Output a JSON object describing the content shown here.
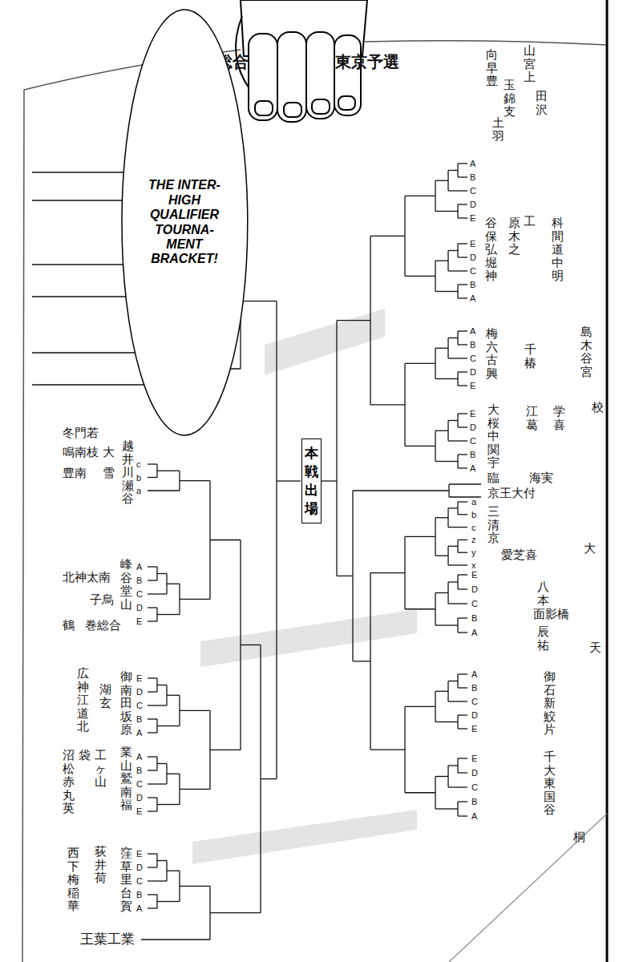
{
  "diagram": {
    "nodes": [
      {
        "text": [
          "THE INTER-HIGH QUALIFIER TOURNA-MENT BRACKET!"
        ]
      },
      {
        "text": [
          "本戦出場"
        ]
      }
    ],
    "labels": [
      "校総合",
      "東京予選",
      "向早豊",
      "玉錦支",
      "土羽",
      "山宮上",
      "田沢",
      "谷保弘堀神",
      "原木之",
      "工",
      "科間道中明",
      "梅六古興",
      "千椿",
      "島木谷宮",
      "大桜中関宇",
      "江葛",
      "学喜",
      "校",
      "臨",
      "海実",
      "京王大付",
      "三清京",
      "愛芝喜",
      "大",
      "八本",
      "面影橋",
      "辰祐",
      "天",
      "御石新鮫片",
      "千大東国谷",
      "桐",
      "冬門若",
      "鳴南枝",
      "豊南",
      "大",
      "雪",
      "越井川瀬谷",
      "北神太南",
      "峰谷堂山",
      "子烏",
      "鶴",
      "巻総合",
      "広神江道北",
      "湖玄",
      "御南田坂原",
      "沼松赤丸英",
      "袋",
      "工ヶ山",
      "業山鷲南福",
      "西下梅稲華",
      "荻井荷",
      "窪草里台賀",
      "王葉工業",
      "A",
      "B",
      "C",
      "D",
      "E",
      "E",
      "D",
      "C",
      "B",
      "A",
      "A",
      "B",
      "C",
      "D",
      "E",
      "E",
      "D",
      "C",
      "B",
      "A",
      "a",
      "b",
      "c",
      "z",
      "y",
      "x",
      "E",
      "D",
      "C",
      "B",
      "A",
      "A",
      "B",
      "C",
      "D",
      "E",
      "E",
      "D",
      "C",
      "B",
      "A",
      "c",
      "b",
      "a",
      "A",
      "B",
      "C",
      "D",
      "E",
      "E",
      "D",
      "C",
      "B",
      "A",
      "A",
      "B",
      "C",
      "D",
      "E",
      "E",
      "D",
      "C",
      "B",
      "A"
    ]
  }
}
